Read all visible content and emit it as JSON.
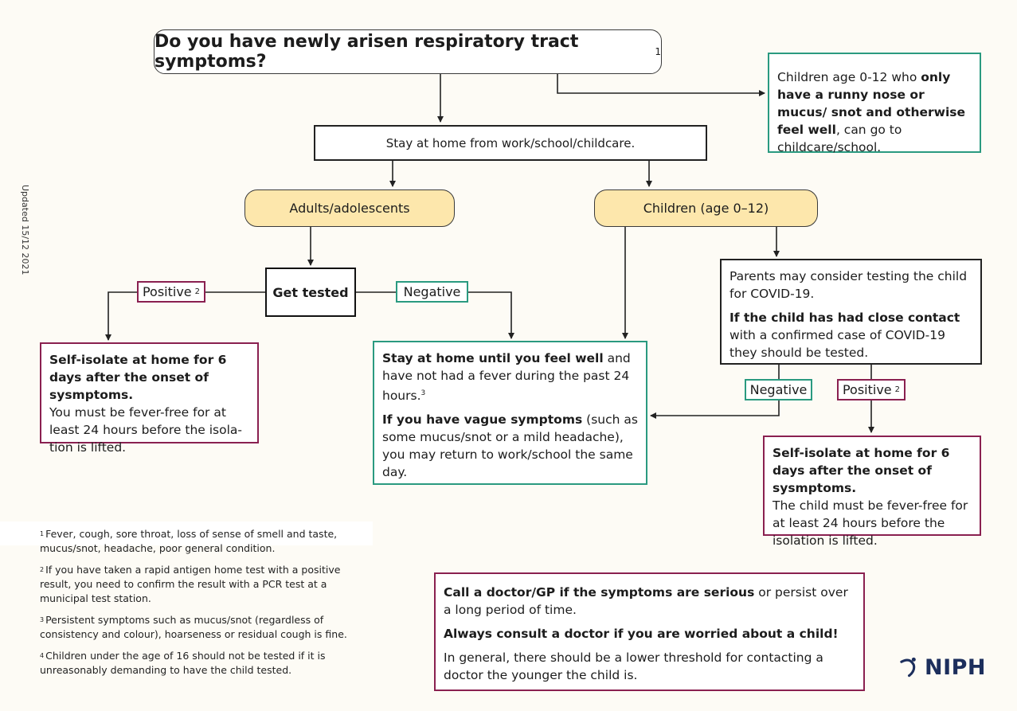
{
  "updated": "Updated 15/12 2021",
  "question": {
    "text": "Do you have newly arisen respiratory tract symptoms?",
    "note": "1"
  },
  "runny_nose": {
    "t1": "Children age 0-12 who ",
    "b1": "only have a runny nose or mucus/ snot and otherwise feel well",
    "t2": ", can go to childcare/school."
  },
  "stay_home": "Stay at home from work/school/childcare.",
  "adults": "Adults/adolescents",
  "children": "Children (age 0–12)",
  "get_tested": "Get tested",
  "positive_label": "Positive",
  "positive_note": "2",
  "negative_label": "Negative",
  "isolate_adult": {
    "bold": "Self-isolate at home for 6 days after the onset of sysmptoms.",
    "text": "You must be fever-free for at least 24 hours before the isola-tion is lifted."
  },
  "stay_well": {
    "b1": "Stay at home until you feel well",
    "t1": " and have not had a fever during the past 24 hours.",
    "n1": "3",
    "b2": "If you have vague symptoms",
    "t2": " (such as some mucus/snot or a mild headache), you may return to work/school the same day."
  },
  "parents": {
    "p1": "Parents may consider testing the child for COVID-19.",
    "b2": "If the child has had close contact",
    "t2": " with a confirmed case of COVID-19 they should be tested."
  },
  "isolate_child": {
    "bold": "Self-isolate at home for 6 days after the onset of sysmptoms.",
    "text": "The child must be fever-free for at least 24 hours before the isolation is lifted."
  },
  "doctor": {
    "b1": "Call a doctor/GP if the symptoms are serious",
    "t1": " or persist over a long period of time.",
    "b2": "Always consult a doctor if you are worried about a child!",
    "t3": "In general, there should be a lower threshold for contacting a doctor the younger the child is."
  },
  "footnotes": [
    {
      "n": "1",
      "text": "Fever, cough, sore throat, loss of sense of smell and taste, mucus/snot, headache, poor general condition."
    },
    {
      "n": "2",
      "text": "If you have taken a rapid antigen home test with a positive result, you need to confirm the result with a PCR test at a municipal test station."
    },
    {
      "n": "3",
      "text": "Persistent symptoms such as mucus/snot (regardless of consistency and colour), hoarseness or residual cough is fine."
    },
    {
      "n": "4",
      "text": "Children under the age of 16 should not be tested if it is unreasonably demanding to have the child tested."
    }
  ],
  "logo": "NIPH",
  "colors": {
    "green": "#2a9a80",
    "maroon": "#8a2050",
    "pill": "#fde7ac",
    "logo": "#1c2e5c"
  }
}
